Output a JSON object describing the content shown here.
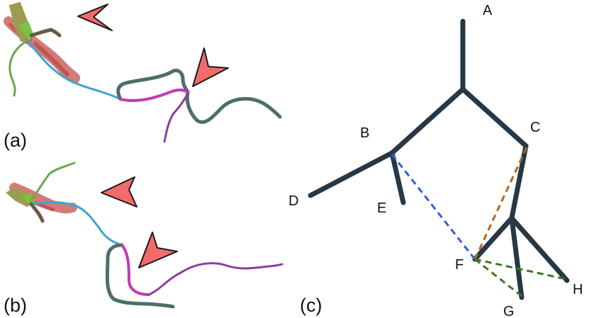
{
  "panels": {
    "a": {
      "label": "(a)"
    },
    "b": {
      "label": "(b)"
    },
    "c": {
      "label": "(c)"
    }
  },
  "tree": {
    "nodes": [
      {
        "id": "A",
        "label": "A"
      },
      {
        "id": "B",
        "label": "B"
      },
      {
        "id": "C",
        "label": "C"
      },
      {
        "id": "D",
        "label": "D"
      },
      {
        "id": "E",
        "label": "E"
      },
      {
        "id": "F",
        "label": "F"
      },
      {
        "id": "G",
        "label": "G"
      },
      {
        "id": "H",
        "label": "H"
      }
    ],
    "edges": [
      [
        "A",
        "root"
      ],
      [
        "root",
        "B"
      ],
      [
        "root",
        "C"
      ],
      [
        "B",
        "D"
      ],
      [
        "B",
        "E"
      ],
      [
        "C",
        "J"
      ],
      [
        "J",
        "F"
      ],
      [
        "J",
        "G"
      ],
      [
        "J",
        "H"
      ]
    ],
    "dashed_links": [
      {
        "from": "F",
        "to": "B",
        "color": "#2b63d6"
      },
      {
        "from": "F",
        "to": "C",
        "color": "#b8651f"
      },
      {
        "from": "F",
        "to": "G",
        "color": "#3c7a1e"
      },
      {
        "from": "F",
        "to": "H",
        "color": "#3c7a1e"
      }
    ]
  },
  "colors": {
    "tree_edge": "#263845",
    "red_segment": "#c0504d",
    "green_segment": "#6aa84f",
    "olive_segment": "#9c9b52",
    "brown_segment": "#6b5a45",
    "blue_segment": "#3fa3d4",
    "magenta_segment": "#c23bb3",
    "slate_segment": "#4d6e6a",
    "purple_segment": "#8a3f9c",
    "arrowhead_fill": "#f26b6b",
    "arrowhead_stroke": "#1a1a1a"
  }
}
